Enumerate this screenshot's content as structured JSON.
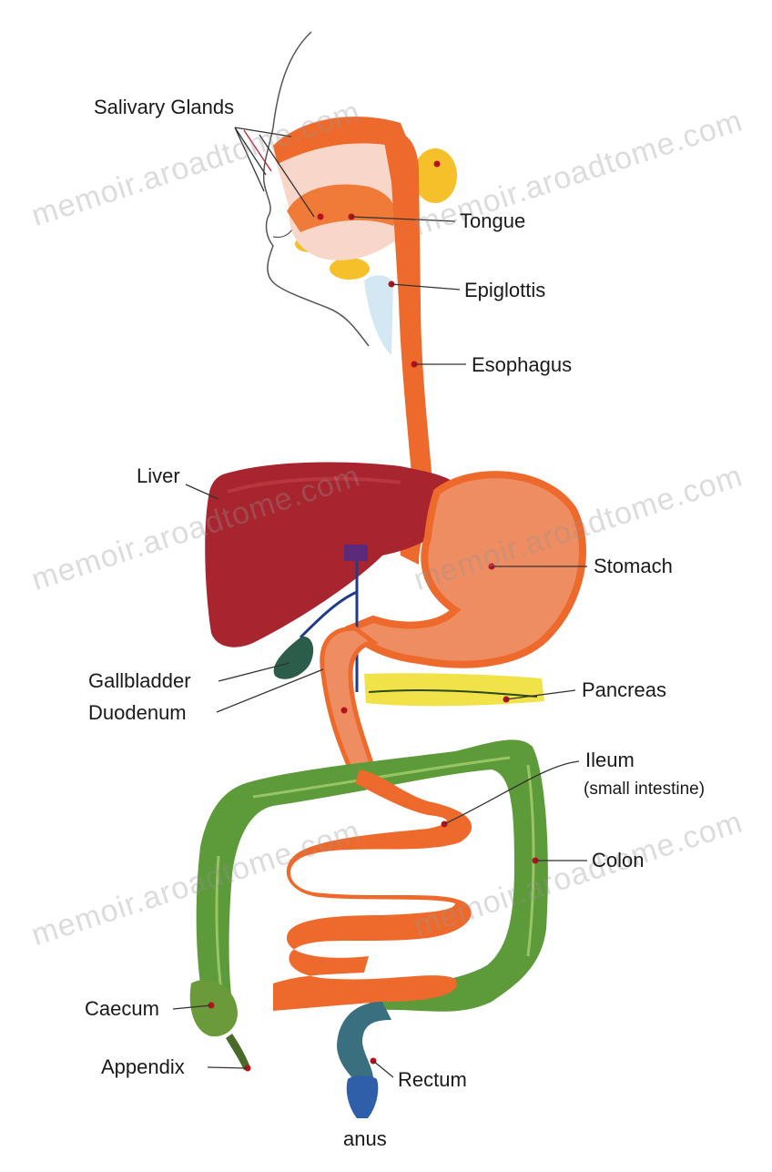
{
  "labels": {
    "salivary_glands": "Salivary Glands",
    "tongue": "Tongue",
    "epiglottis": "Epiglottis",
    "esophagus": "Esophagus",
    "liver": "Liver",
    "stomach": "Stomach",
    "gallbladder": "Gallbladder",
    "duodenum": "Duodenum",
    "pancreas": "Pancreas",
    "ileum": "Ileum",
    "ileum_note": "(small intestine)",
    "colon": "Colon",
    "caecum": "Caecum",
    "appendix": "Appendix",
    "rectum": "Rectum",
    "anus": "anus"
  },
  "watermark": "memoir.aroadtome.com",
  "colors": {
    "digestive_tract": "#ee6a2c",
    "liver": "#a8242e",
    "stomach": "#ee8d62",
    "gallbladder": "#2c5c4a",
    "pancreas": "#f2e24a",
    "colon": "#5d9a3a",
    "rectum": "#3a6f80",
    "anus": "#2f5fa8",
    "salivary_gland": "#f5c02a",
    "leader_line": "#333333"
  }
}
